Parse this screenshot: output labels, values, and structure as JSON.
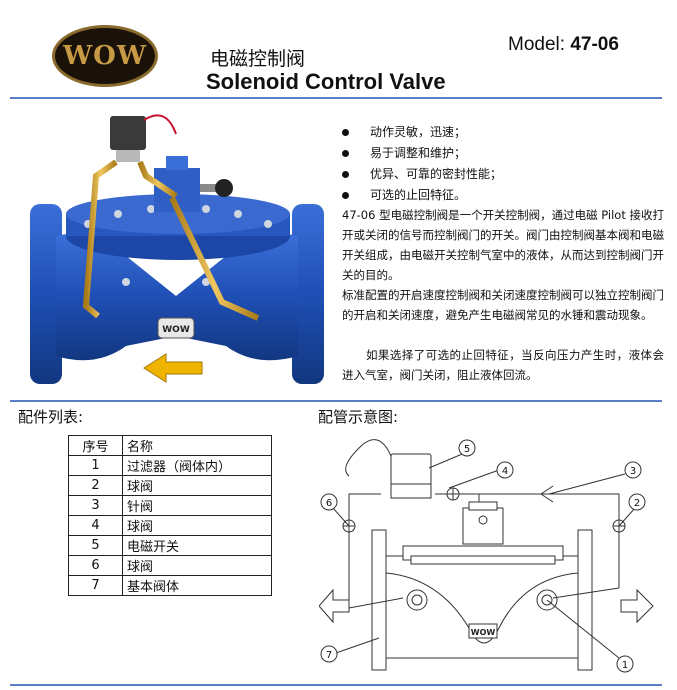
{
  "header": {
    "logo_text": "WOW",
    "title_cn": "电磁控制阀",
    "title_en": "Solenoid Control Valve",
    "model_label": "Model: ",
    "model_value": "47-06"
  },
  "features": [
    "动作灵敏，迅速；",
    "易于调整和维护；",
    "优异、可靠的密封性能；",
    "可选的止回特征。"
  ],
  "paragraphs": [
    "47-06 型电磁控制阀是一个开关控制阀，通过电磁 Pilot 接收打开或关闭的信号而控制阀门的开关。阀门由控制阀基本阀和电磁开关组成，由电磁开关控制气室中的液体，从而达到控制阀门开关的目的。",
    "标准配置的开启速度控制阀和关闭速度控制阀可以独立控制阀门的开启和关闭速度，避免产生电磁阀常见的水锤和震动现象。",
    "如果选择了可选的止回特征，当反向压力产生时，液体会进入气室，阀门关闭，阻止液体回流。"
  ],
  "parts_section": {
    "title": "配件列表:",
    "headers": [
      "序号",
      "名称"
    ],
    "rows": [
      [
        "1",
        "过滤器（阀体内）"
      ],
      [
        "2",
        "球阀"
      ],
      [
        "3",
        "针阀"
      ],
      [
        "4",
        "球阀"
      ],
      [
        "5",
        "电磁开关"
      ],
      [
        "6",
        "球阀"
      ],
      [
        "7",
        "基本阀体"
      ]
    ]
  },
  "diagram_section": {
    "title": "配管示意图:",
    "callouts": [
      "1",
      "2",
      "3",
      "4",
      "5",
      "6",
      "7"
    ],
    "body_logo": "WOW"
  },
  "colors": {
    "rule": "#5b7ec9",
    "valve_blue": "#1f4fb5",
    "brass": "#c99a2e",
    "arrow": "#f0b400",
    "logo_gold": "#c79a45"
  }
}
